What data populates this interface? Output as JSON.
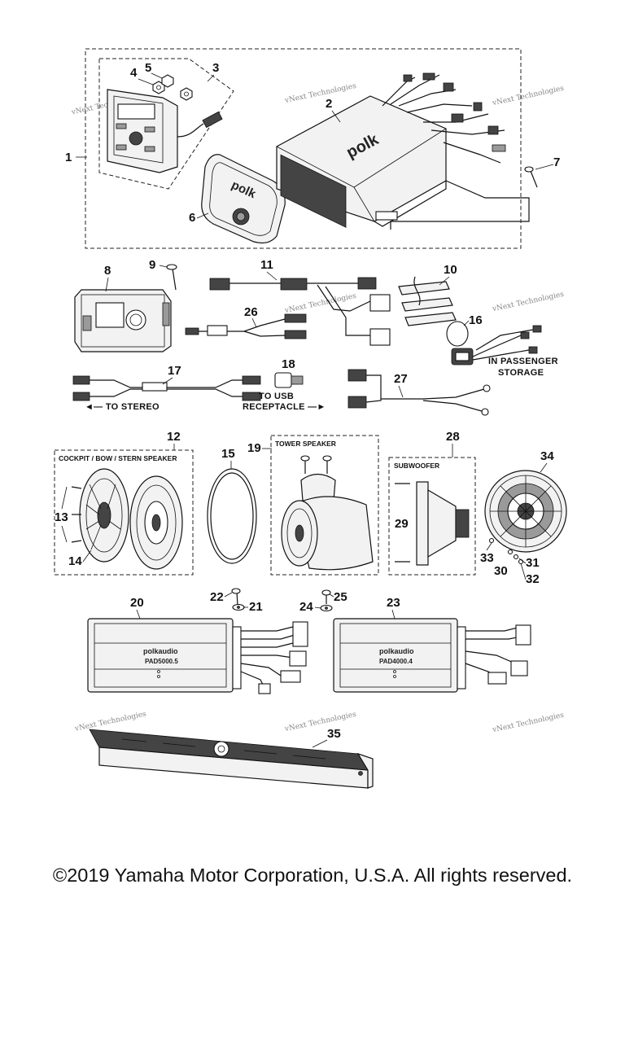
{
  "callouts": {
    "c1": "1",
    "c2": "2",
    "c3": "3",
    "c4": "4",
    "c5": "5",
    "c6": "6",
    "c7": "7",
    "c8": "8",
    "c9": "9",
    "c10": "10",
    "c11": "11",
    "c12": "12",
    "c13": "13",
    "c14": "14",
    "c15": "15",
    "c16": "16",
    "c17": "17",
    "c18": "18",
    "c19": "19",
    "c20": "20",
    "c21": "21",
    "c22": "22",
    "c23": "23",
    "c24": "24",
    "c25": "25",
    "c26": "26",
    "c27": "27",
    "c28": "28",
    "c29": "29",
    "c30": "30",
    "c31": "31",
    "c32": "32",
    "c33": "33",
    "c34": "34",
    "c35": "35"
  },
  "notes": {
    "to_stereo": "◄— TO STEREO",
    "to_usb_line1": "TO USB",
    "to_usb_line2": "RECEPTACLE —►",
    "passenger_line1": "IN PASSENGER",
    "passenger_line2": "STORAGE"
  },
  "box_labels": {
    "speaker_group": "COCKPIT / BOW / STERN SPEAKER",
    "tower": "TOWER SPEAKER",
    "subwoofer": "SUBWOOFER"
  },
  "brands": {
    "polk_large": "polk",
    "polk_bezel": "polk",
    "amp1_brand": "polkaudio",
    "amp1_model": "PAD5000.5",
    "amp2_brand": "polkaudio",
    "amp2_model": "PAD4000.4"
  },
  "watermark": "vNext Technologies",
  "copyright": "©2019 Yamaha Motor Corporation, U.S.A. All rights reserved."
}
